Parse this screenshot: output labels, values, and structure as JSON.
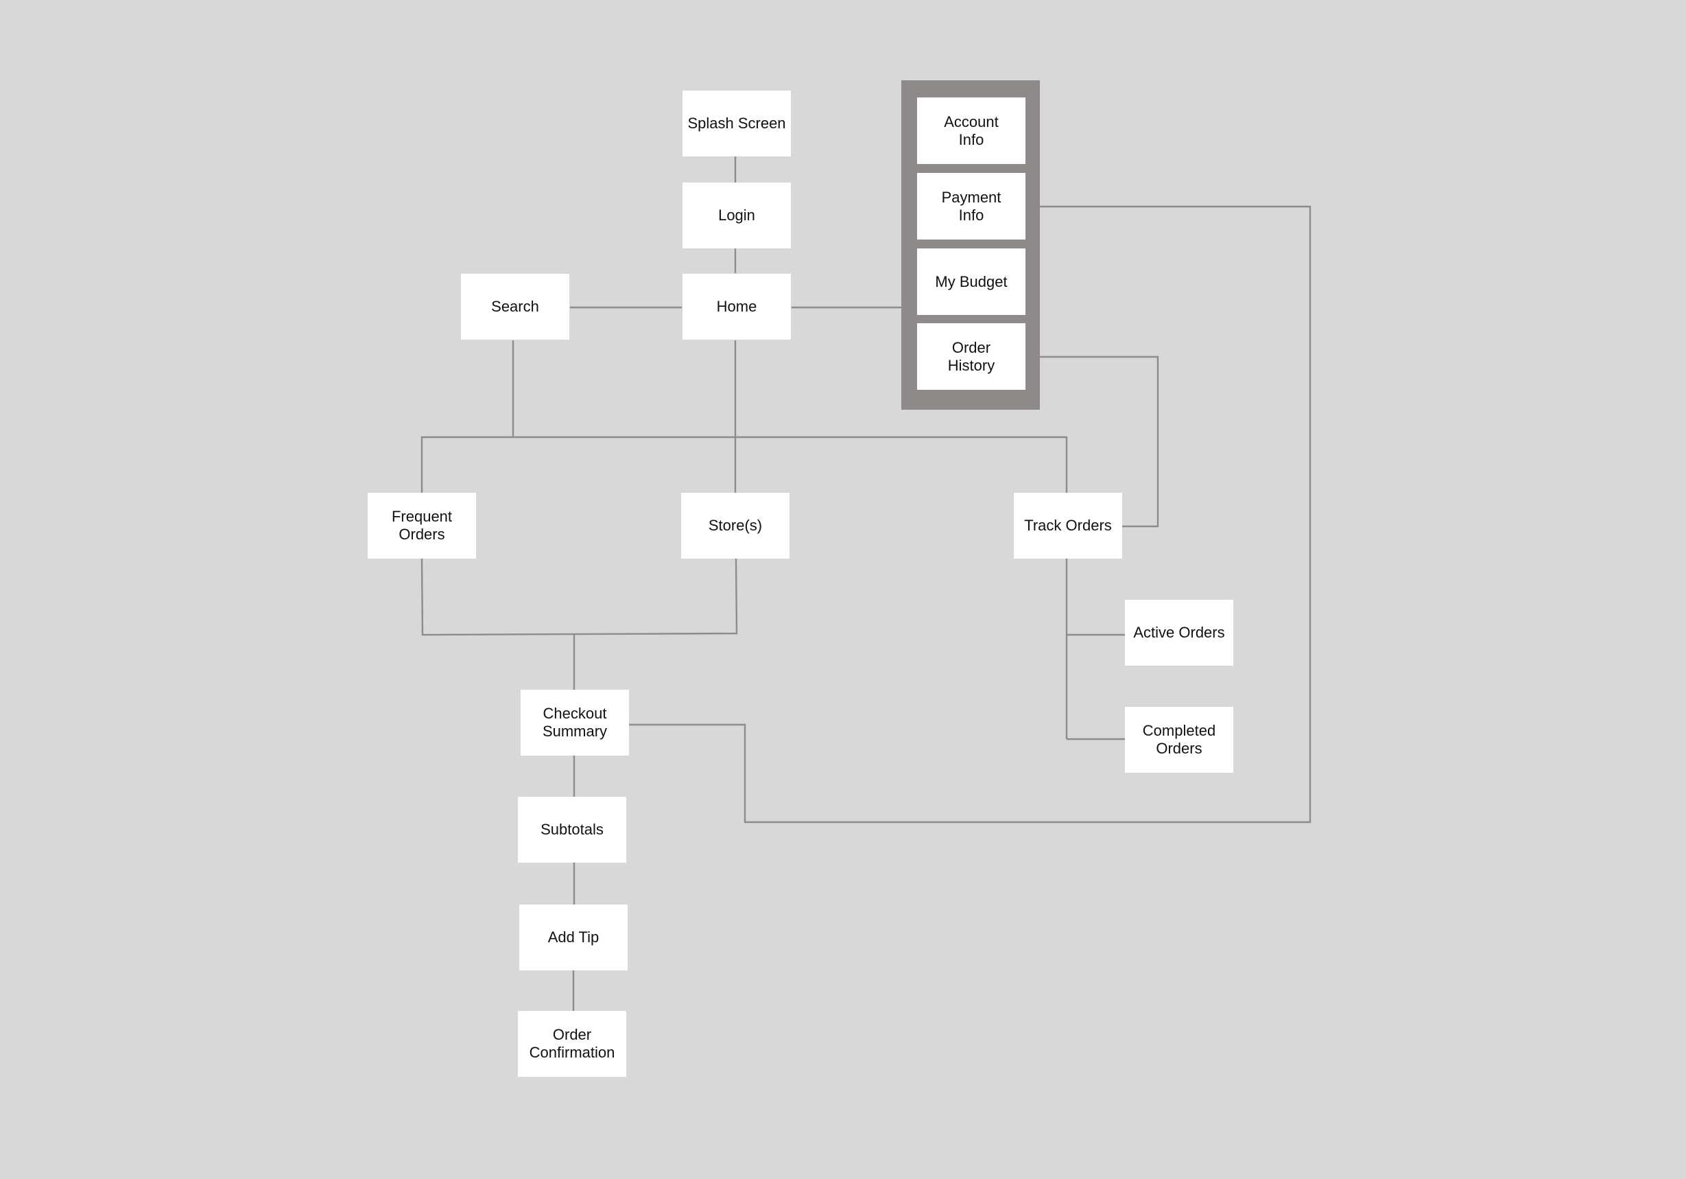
{
  "diagram": {
    "nodes": {
      "splash_screen": "Splash Screen",
      "login": "Login",
      "home": "Home",
      "search": "Search",
      "account_info": "Account\nInfo",
      "payment_info": "Payment\nInfo",
      "my_budget": "My Budget",
      "order_history": "Order\nHistory",
      "frequent_orders": "Frequent\nOrders",
      "stores": "Store(s)",
      "track_orders": "Track Orders",
      "active_orders": "Active Orders",
      "completed_orders": "Completed\nOrders",
      "checkout_summary": "Checkout\nSummary",
      "subtotals": "Subtotals",
      "add_tip": "Add Tip",
      "order_confirmation": "Order\nConfirmation"
    },
    "edges": [
      [
        "splash_screen",
        "login"
      ],
      [
        "login",
        "home"
      ],
      [
        "search",
        "home"
      ],
      [
        "home",
        "account_group"
      ],
      [
        "search",
        "frequent_orders"
      ],
      [
        "home",
        "stores"
      ],
      [
        "home",
        "track_orders"
      ],
      [
        "order_history",
        "track_orders"
      ],
      [
        "track_orders",
        "active_orders"
      ],
      [
        "track_orders",
        "completed_orders"
      ],
      [
        "frequent_orders",
        "checkout_summary"
      ],
      [
        "stores",
        "checkout_summary"
      ],
      [
        "checkout_summary",
        "payment_info"
      ],
      [
        "checkout_summary",
        "subtotals"
      ],
      [
        "subtotals",
        "add_tip"
      ],
      [
        "add_tip",
        "order_confirmation"
      ]
    ],
    "colors": {
      "background": "#d8d8d8",
      "node_fill": "#ffffff",
      "group_fill": "#8f8a8a",
      "connector": "#8c8c8c"
    }
  }
}
